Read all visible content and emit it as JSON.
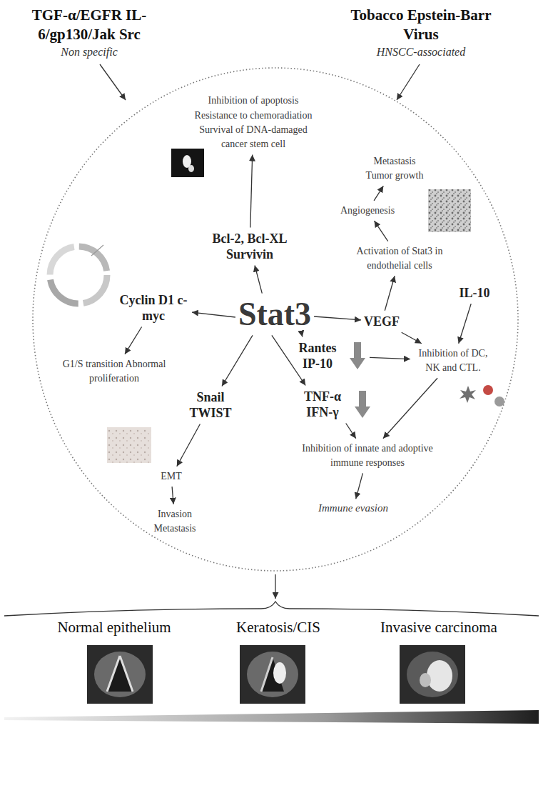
{
  "diagram": {
    "nodes": [
      {
        "text": [
          "TGF-α/EGFR IL-6/gp130/Jak Src",
          "Non specific"
        ]
      },
      {
        "text": [
          "Tobacco Epstein-Barr Virus",
          "HNSCC-associated"
        ]
      },
      {
        "text": [
          "Inhibition of apoptosis Resistance to chemoradiation Survival of DNA-damaged cancer stem cell"
        ]
      },
      {
        "text": [
          "Metastasis Tumor growth"
        ]
      },
      {
        "text": [
          "Angiogenesis"
        ]
      },
      {
        "text": [
          "Activation of Stat3 in endothelial cells"
        ]
      },
      {
        "text": [
          "Bcl-2, Bcl-XL Survivin"
        ]
      },
      {
        "text": [
          "IL-10"
        ]
      },
      {
        "text": [
          "Cyclin D1 c-myc"
        ]
      },
      {
        "text": [
          "Stat3"
        ]
      },
      {
        "text": [
          "VEGF"
        ]
      },
      {
        "text": [
          "Inhibition of DC, NK and CTL."
        ]
      },
      {
        "text": [
          "Rantes IP-10"
        ]
      },
      {
        "text": [
          "G1/S transition Abnormal proliferation"
        ]
      },
      {
        "text": [
          "Snail TWIST"
        ]
      },
      {
        "text": [
          "TNF-α IFN-γ"
        ]
      },
      {
        "text": [
          "EMT"
        ]
      },
      {
        "text": [
          "Inhibition of innate and adoptive immune responses"
        ]
      },
      {
        "text": [
          "Invasion Metastasis"
        ]
      },
      {
        "text": [
          "Immune evasion"
        ]
      }
    ],
    "edges": [
      {
        "from": 9,
        "to": 6,
        "arrow": "to"
      },
      {
        "from": 6,
        "to": 2,
        "arrow": "to"
      },
      {
        "from": 9,
        "to": 8,
        "arrow": "to"
      },
      {
        "from": 8,
        "to": 13,
        "arrow": "to"
      },
      {
        "from": 9,
        "to": 10,
        "arrow": "to"
      },
      {
        "from": 10,
        "to": 5,
        "arrow": "to"
      },
      {
        "from": 5,
        "to": 4,
        "arrow": "to"
      },
      {
        "from": 4,
        "to": 3,
        "arrow": "to"
      },
      {
        "from": 10,
        "to": 11,
        "arrow": "to"
      },
      {
        "from": 7,
        "to": 11,
        "arrow": "to"
      },
      {
        "from": 9,
        "to": 12,
        "arrow": "to"
      },
      {
        "from": 12,
        "to": 11,
        "arrow": "to"
      },
      {
        "from": 9,
        "to": 15,
        "arrow": "to"
      },
      {
        "from": 15,
        "to": 17,
        "arrow": "to"
      },
      {
        "from": 11,
        "to": 17,
        "arrow": "to"
      },
      {
        "from": 9,
        "to": 14,
        "arrow": "to"
      },
      {
        "from": 14,
        "to": 16,
        "arrow": "to"
      },
      {
        "from": 16,
        "to": 18,
        "arrow": "to"
      },
      {
        "from": 17,
        "to": 19,
        "arrow": "to"
      }
    ],
    "labels": [
      "Normal epithelium",
      "Keratosis/CIS",
      "Invasive carcinoma"
    ]
  }
}
